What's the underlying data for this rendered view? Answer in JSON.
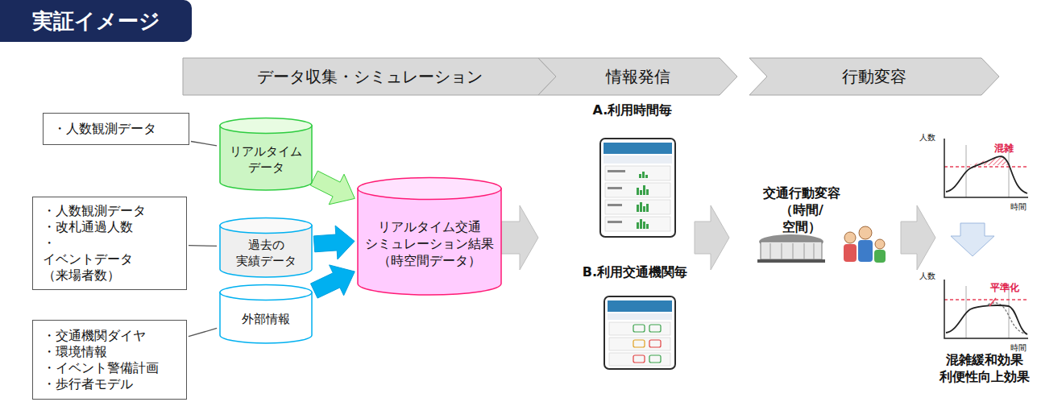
{
  "diagram": {
    "title": "実証イメージ",
    "nodes": [
      {
        "text": [
          "データ収集・シミュレーション"
        ]
      },
      {
        "text": [
          "情報発信"
        ]
      },
      {
        "text": [
          "行動変容"
        ]
      },
      {
        "text": [
          "・人数観測データ"
        ]
      },
      {
        "text": [
          "リアルタイム データ"
        ]
      },
      {
        "text": [
          "・人数観測データ",
          "・改札通過人数",
          "・イベントデータ （来場者数）"
        ]
      },
      {
        "text": [
          "過去の 実績データ"
        ]
      },
      {
        "text": [
          "・交通機関ダイヤ",
          "・環境情報",
          "・イベント警備計画",
          "・歩行者モデル"
        ]
      },
      {
        "text": [
          "外部情報"
        ]
      },
      {
        "text": [
          "リアルタイム交通 シミュレーション結果 （時空間データ）"
        ]
      }
    ],
    "edges": [
      {
        "from": 3,
        "to": 4,
        "arrow": "none"
      },
      {
        "from": 5,
        "to": 6,
        "arrow": "none"
      },
      {
        "from": 7,
        "to": 8,
        "arrow": "none"
      },
      {
        "from": 4,
        "to": 9,
        "arrow": "to"
      },
      {
        "from": 6,
        "to": 9,
        "arrow": "to"
      },
      {
        "from": 8,
        "to": 9,
        "arrow": "to"
      }
    ],
    "labels": [
      "A.利用時間毎",
      "B.利用交通機関毎",
      "交通行動変容 （時間/空間）",
      "人数",
      "混雑",
      "時間",
      "人数",
      "平準化",
      "時間",
      "混雑緩和効果 利便性向上効果"
    ]
  }
}
